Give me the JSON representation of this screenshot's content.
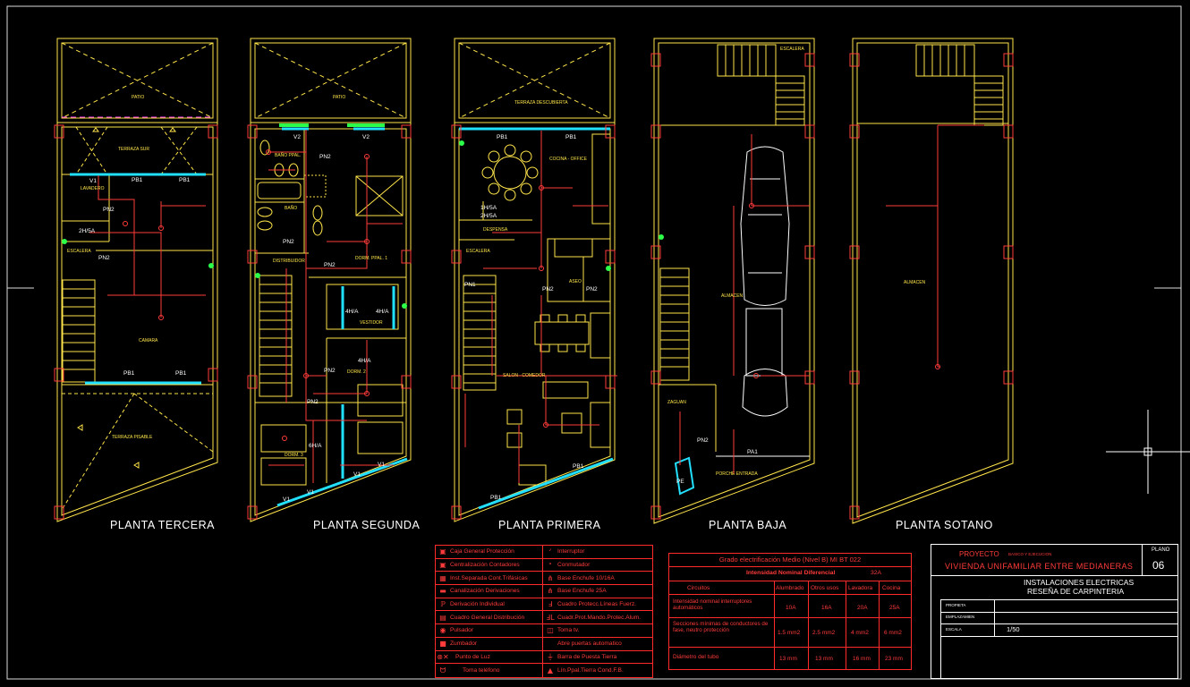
{
  "plans": [
    {
      "title": "PLANTA TERCERA"
    },
    {
      "title": "PLANTA SEGUNDA"
    },
    {
      "title": "PLANTA PRIMERA"
    },
    {
      "title": "PLANTA BAJA"
    },
    {
      "title": "PLANTA SOTANO"
    }
  ],
  "rooms": {
    "p3": [
      "PATIO",
      "TERRAZA SUR",
      "LAVADERO",
      "CAMARA",
      "ESCALERA",
      "TERRAZA PISABLE"
    ],
    "p2": [
      "PATIO",
      "BAÑO PPAL.",
      "BAÑO",
      "DISTRIBUIDOR",
      "DORM. PPAL. 1",
      "VESTIDOR",
      "DORM. 2",
      "DORM. 3"
    ],
    "p1": [
      "TERRAZA DESCUBIERTA",
      "COCINA - OFFICE",
      "DESPENSA",
      "ESCALERA",
      "ASEO",
      "SALON - COMEDOR"
    ],
    "pb": [
      "ESCALERA",
      "ALMACEN",
      "ZAGUAN",
      "PORCHE ENTRADA"
    ],
    "ps": [
      "ALMACEN"
    ]
  },
  "labels": {
    "p3": [
      "V1",
      "PB1",
      "PB1",
      "PN2",
      "2H/5A",
      "PN2",
      "PB1",
      "PB1"
    ],
    "p2": [
      "V2",
      "V2",
      "PN2",
      "PN2",
      "PN2",
      "4H/A",
      "4H/A",
      "PN2",
      "4H/A",
      "PN2",
      "6H/A",
      "V1",
      "V1",
      "V1",
      "V1"
    ],
    "p1": [
      "PB1",
      "PB1",
      "1H/5A",
      "2H/5A",
      "PN1",
      "PN2",
      "PN2",
      "PB1",
      "PB1"
    ],
    "pb": [
      "PN2",
      "PA1",
      "PE"
    ]
  },
  "legend": {
    "left": [
      "Caja General Protección",
      "Centralización Contadores",
      "Inst.Separada Cont.Trifásicas",
      "Canalización Derivaciones",
      "Derivación Individual",
      "Cuadro General Distribución",
      "Pulsador",
      "Zumbador",
      "Punto de Luz",
      "Toma teléfono"
    ],
    "right": [
      "Interruptor",
      "Conmutador",
      "Base Enchufe 10/16A",
      "Base Enchufe 25A",
      "Cuadro Protecc.Líneas Fuerz.",
      "Cuadr.Prot.Mando.Protec.Alum.",
      "Toma tv.",
      "Abre puertas automatico",
      "Barra de Puesta Tierra",
      "Lín.Ppal.Tierra Cond.F.B."
    ]
  },
  "circuits": {
    "title": "Grado electrificación Medio (Nivel B) MI BT 022",
    "subtitle": "Intensidad Nominal Diferencial",
    "subtitle_value": "32A",
    "header": [
      "Circuitos",
      "Alumbrado",
      "Otros usos",
      "Lavadora",
      "Cocina"
    ],
    "rows": [
      [
        "Intensidad nominal interruptores automáticos",
        "10A",
        "16A",
        "20A",
        "25A"
      ],
      [
        "Secciones mínimas de conductores de fase, neutro protección",
        "1.5 mm2",
        "2.5 mm2",
        "4 mm2",
        "6 mm2"
      ],
      [
        "Diámetro del tubo",
        "13 mm",
        "13 mm",
        "16 mm",
        "23 mm"
      ]
    ]
  },
  "title_block": {
    "proyecto_label": "PROYECTO",
    "proyecto_sub": "BASICO Y EJECUCION",
    "proyecto_name": "VIVIENDA UNIFAMILIAR ENTRE MEDIANERAS",
    "plano_label": "PLANO",
    "plano_number": "06",
    "content_line1": "INSTALACIONES ELECTRICAS",
    "content_line2": "RESEÑA DE CARPINTERIA",
    "field1": "PROPIETA",
    "field2": "EMPLAZAMIEN",
    "field3": "ESCALA",
    "escala_value": "1/50"
  },
  "colors": {
    "wall": "#ffe54a",
    "wire": "#ff3b3b",
    "window": "#22e0ff",
    "green": "#2bff4a",
    "magenta": "#ff40ff",
    "white": "#ffffff"
  }
}
